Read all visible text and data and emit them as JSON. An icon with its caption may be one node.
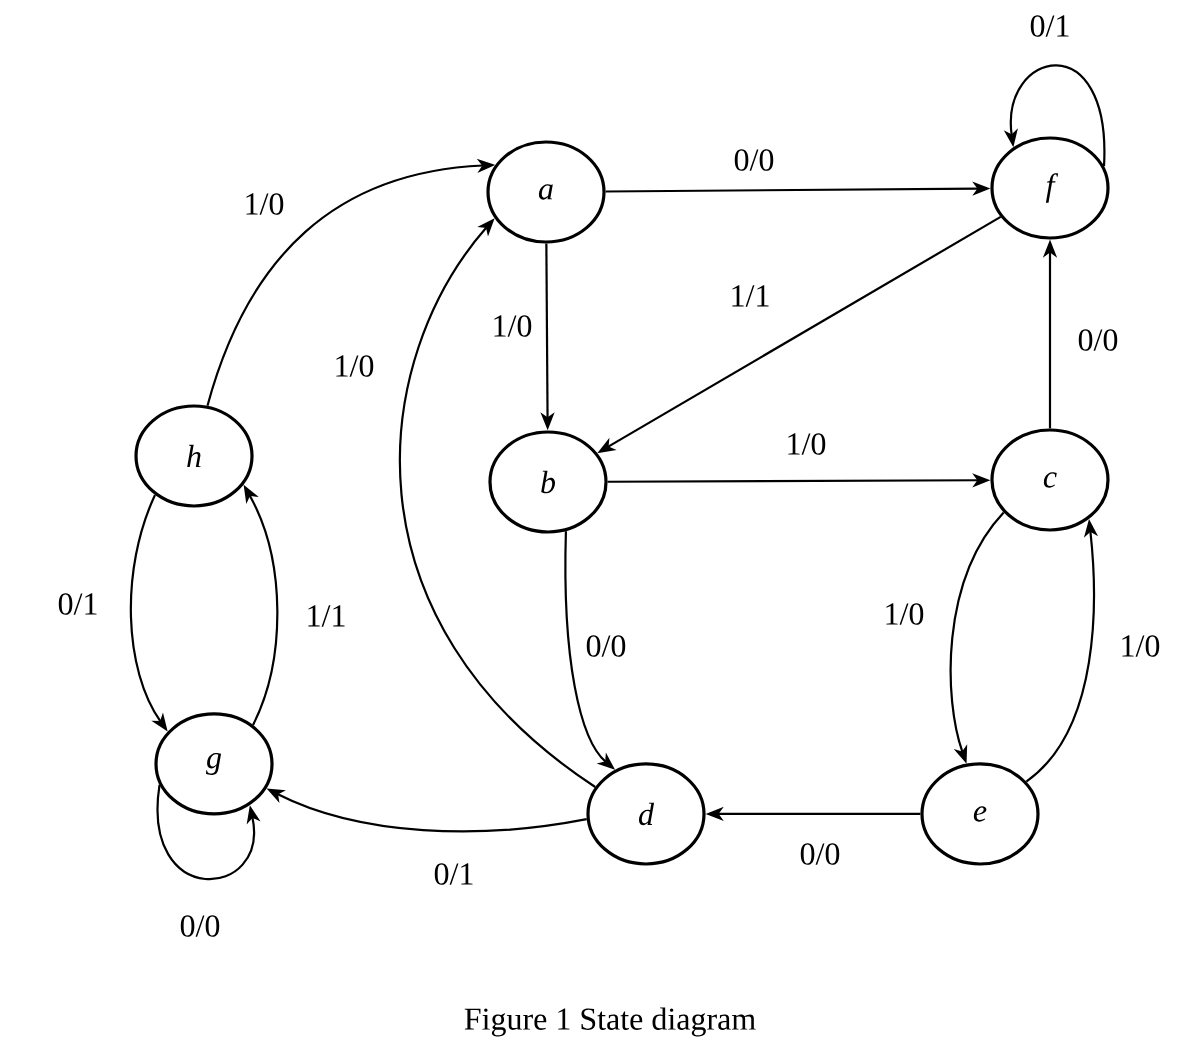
{
  "diagram": {
    "caption": "Figure 1 State diagram",
    "nodes": [
      {
        "text": [
          "a"
        ]
      },
      {
        "text": [
          "f"
        ]
      },
      {
        "text": [
          "h"
        ]
      },
      {
        "text": [
          "b"
        ]
      },
      {
        "text": [
          "c"
        ]
      },
      {
        "text": [
          "g"
        ]
      },
      {
        "text": [
          "d"
        ]
      },
      {
        "text": [
          "e"
        ]
      }
    ],
    "edges": [
      {
        "from": 0,
        "to": 1,
        "arrow": "to",
        "label": "0/0"
      },
      {
        "from": 0,
        "to": 3,
        "arrow": "to",
        "label": "1/0"
      },
      {
        "from": 1,
        "to": 3,
        "arrow": "to",
        "label": "1/1"
      },
      {
        "from": 3,
        "to": 4,
        "arrow": "to",
        "label": "1/0"
      },
      {
        "from": 4,
        "to": 1,
        "arrow": "to",
        "label": "0/0"
      },
      {
        "from": 1,
        "to": 1,
        "arrow": "to",
        "label": "0/1"
      },
      {
        "from": 2,
        "to": 0,
        "arrow": "to",
        "label": "1/0"
      },
      {
        "from": 6,
        "to": 0,
        "arrow": "to",
        "label": "1/0"
      },
      {
        "from": 2,
        "to": 5,
        "arrow": "to",
        "label": "0/1"
      },
      {
        "from": 5,
        "to": 2,
        "arrow": "to",
        "label": "1/1"
      },
      {
        "from": 5,
        "to": 5,
        "arrow": "to",
        "label": "0/0"
      },
      {
        "from": 3,
        "to": 6,
        "arrow": "to",
        "label": "0/0"
      },
      {
        "from": 4,
        "to": 7,
        "arrow": "to",
        "label": "1/0"
      },
      {
        "from": 7,
        "to": 4,
        "arrow": "to",
        "label": "1/0"
      },
      {
        "from": 6,
        "to": 5,
        "arrow": "to",
        "label": "0/1"
      },
      {
        "from": 7,
        "to": 6,
        "arrow": "to",
        "label": "0/0"
      }
    ]
  }
}
